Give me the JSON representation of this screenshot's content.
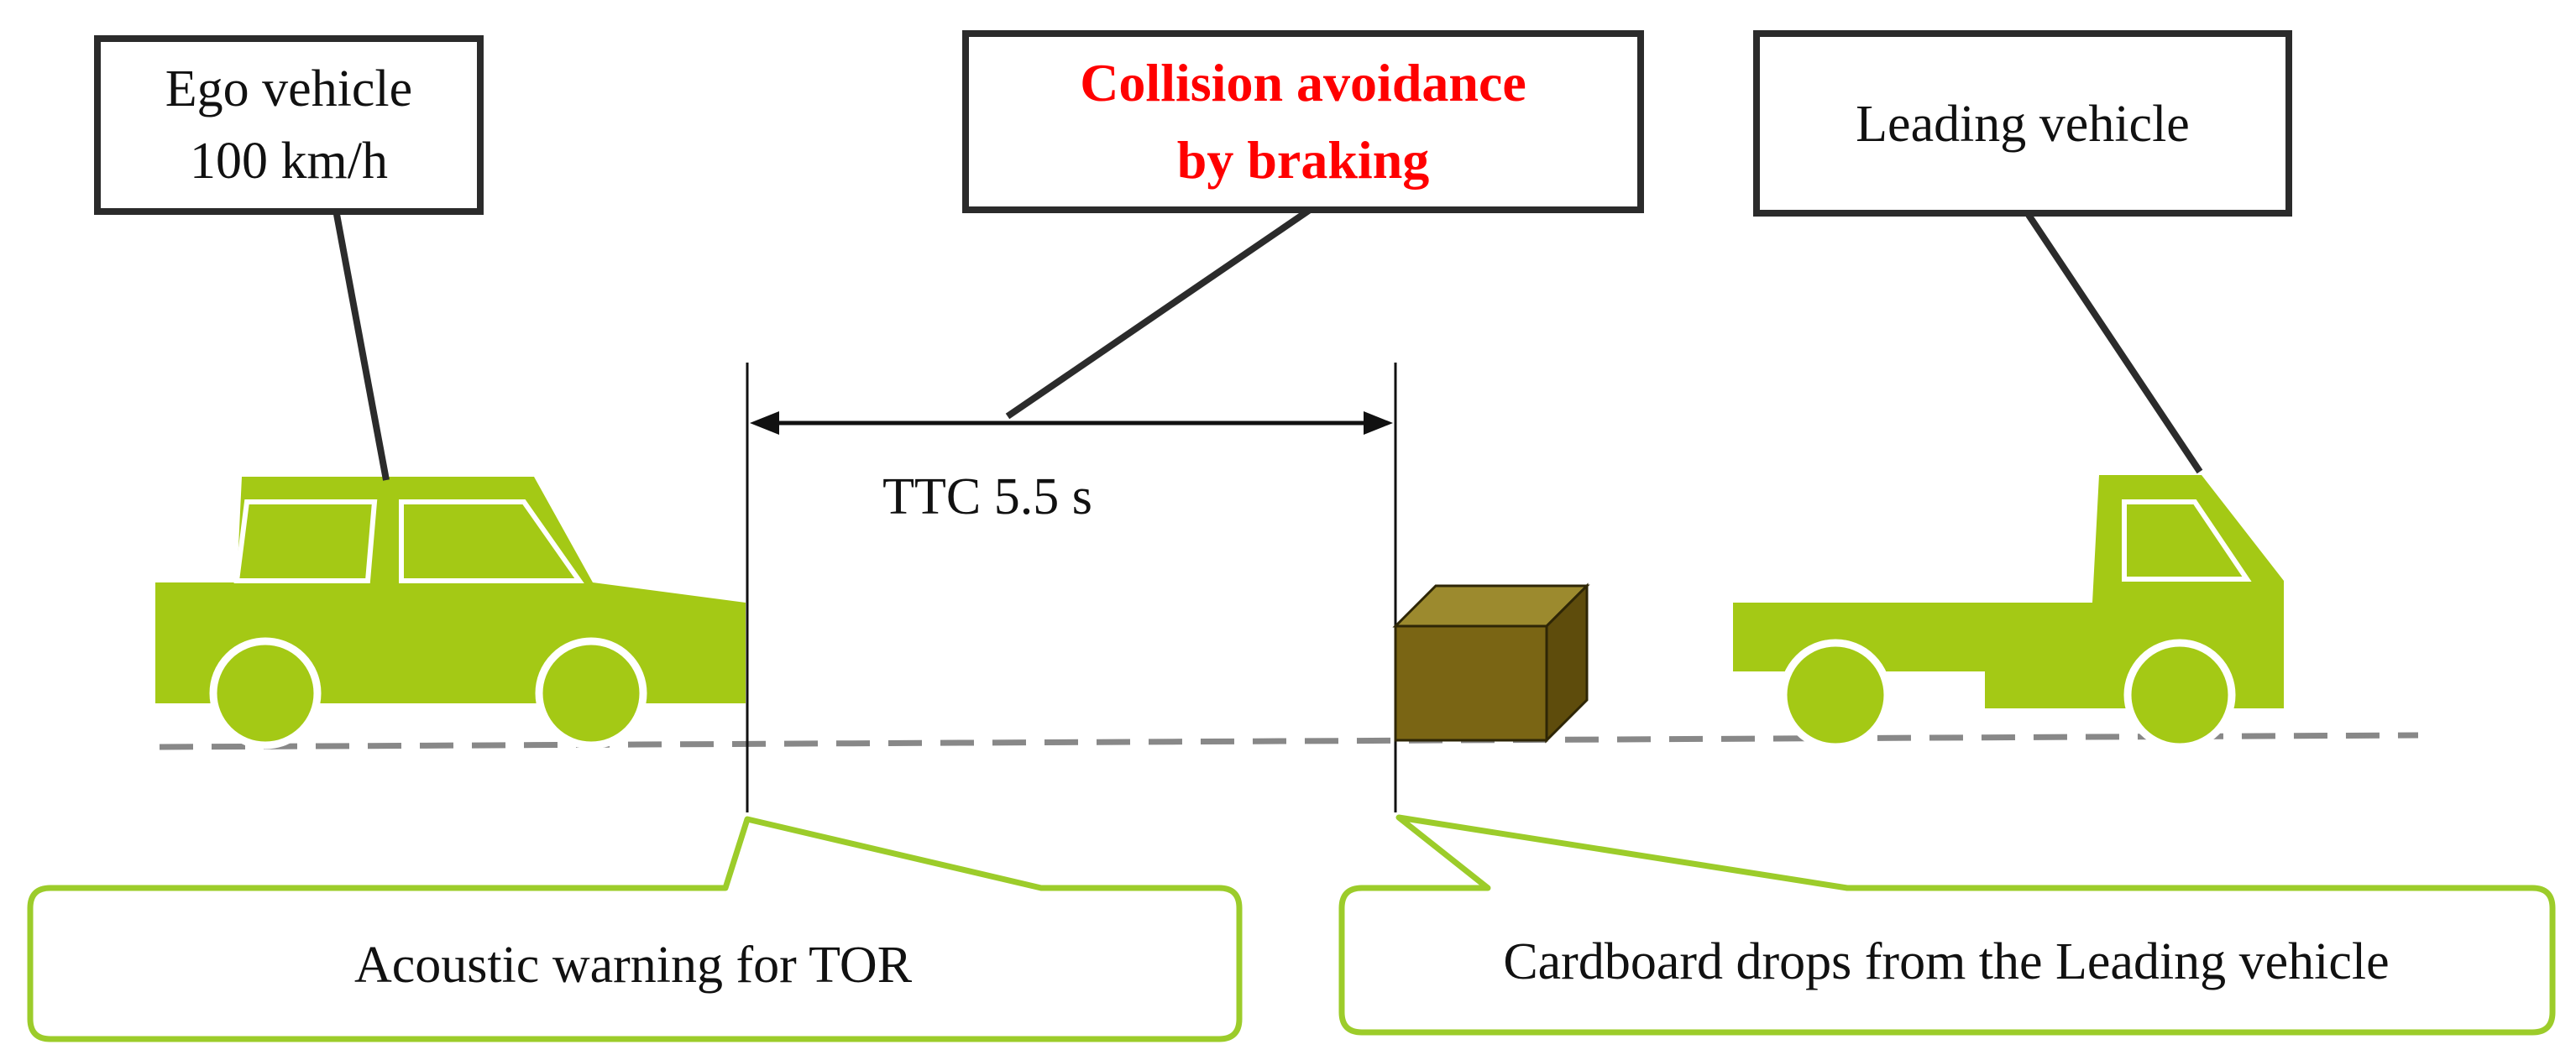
{
  "diagram": {
    "ego_vehicle": {
      "line1": "Ego vehicle",
      "line2": "100 km/h"
    },
    "action": {
      "line1": "Collision avoidance",
      "line2": "by braking"
    },
    "leading_vehicle": {
      "label": "Leading vehicle"
    },
    "ttc": {
      "label": "TTC 5.5 s"
    },
    "tor_callout": {
      "label": "Acoustic warning for TOR"
    },
    "cardboard_callout": {
      "label": "Cardboard drops from the Leading vehicle"
    }
  },
  "colors": {
    "vehicle_green": "#a4c915",
    "callout_green": "#9ccc2a",
    "action_red": "#ff0000",
    "box_front": "#7a6514",
    "box_top": "#9c8a2e",
    "box_side": "#5e4c0c",
    "road_dash": "#888888",
    "line_dark": "#2b2b2b"
  }
}
